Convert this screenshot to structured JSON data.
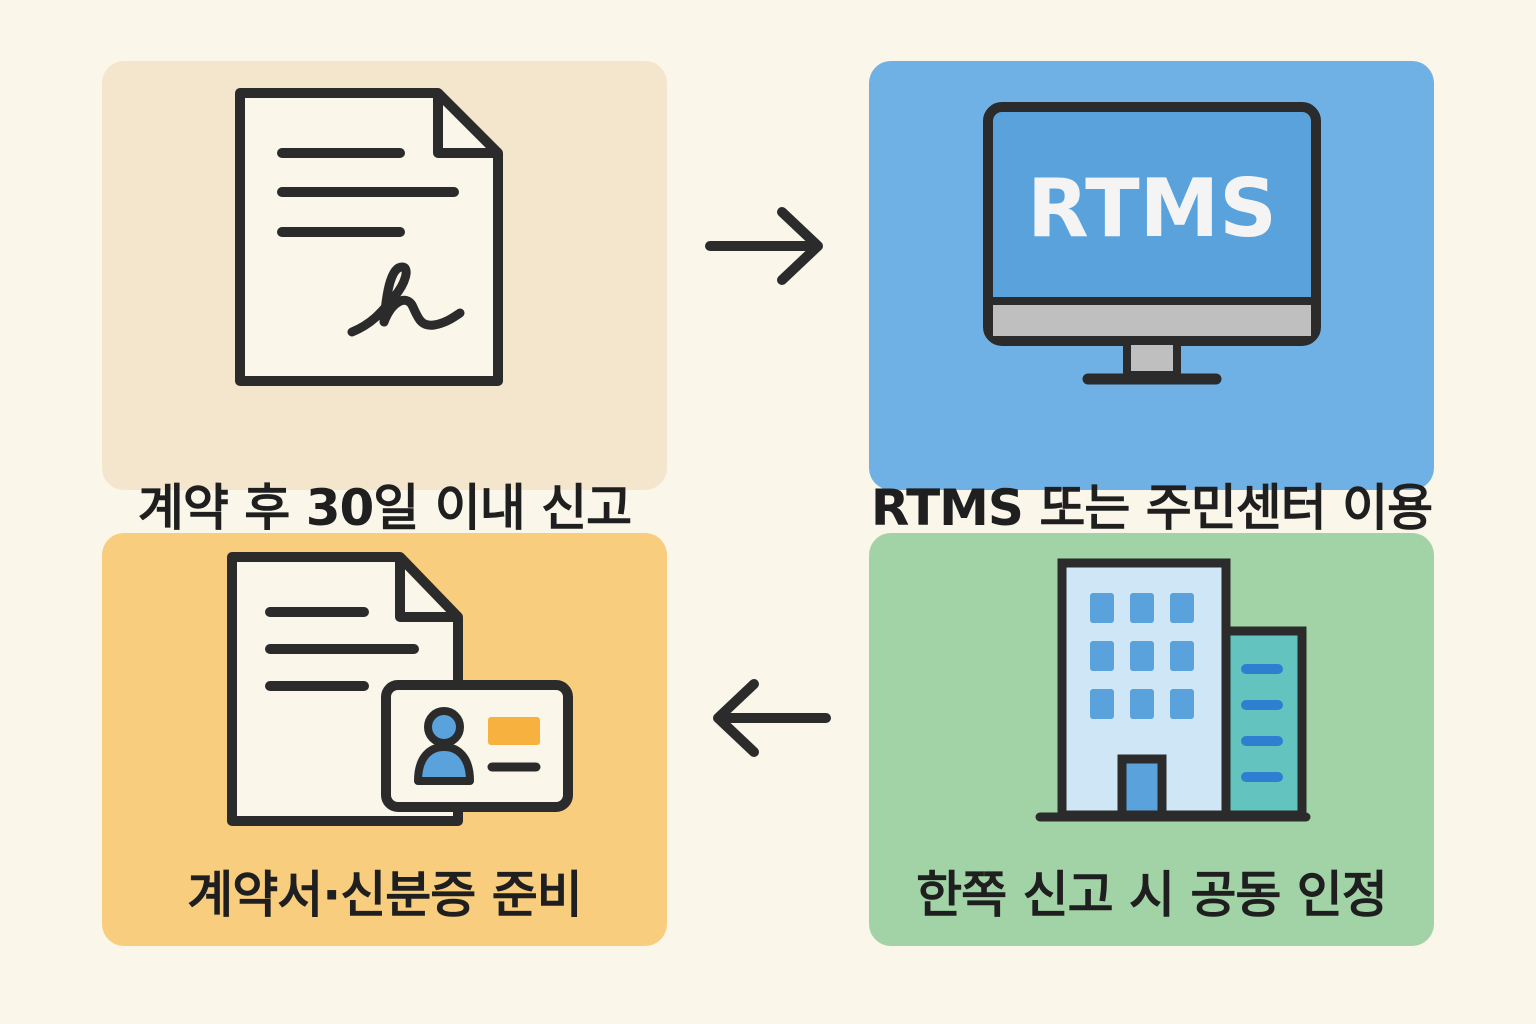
{
  "steps": [
    {
      "label": "계약 후 30일 이내 신고",
      "icon": "signed-contract-icon"
    },
    {
      "label": "RTMS 또는 주민센터 이용",
      "icon": "computer-monitor-icon",
      "screen_text": "RTMS"
    },
    {
      "label": "계약서·신분증 준비",
      "icon": "document-and-id-card-icon"
    },
    {
      "label": "한쪽 신고 시 공동 인정",
      "icon": "office-building-icon"
    }
  ],
  "arrows": [
    "arrow-right-icon",
    "arrow-left-icon"
  ],
  "colors": {
    "background": "#fbf6ea",
    "card_contract": "#f4e6cc",
    "card_rtms": "#6fb1e4",
    "card_docs": "#f8cd7e",
    "card_office": "#a2d3a6",
    "outline": "#2b2b2b"
  }
}
